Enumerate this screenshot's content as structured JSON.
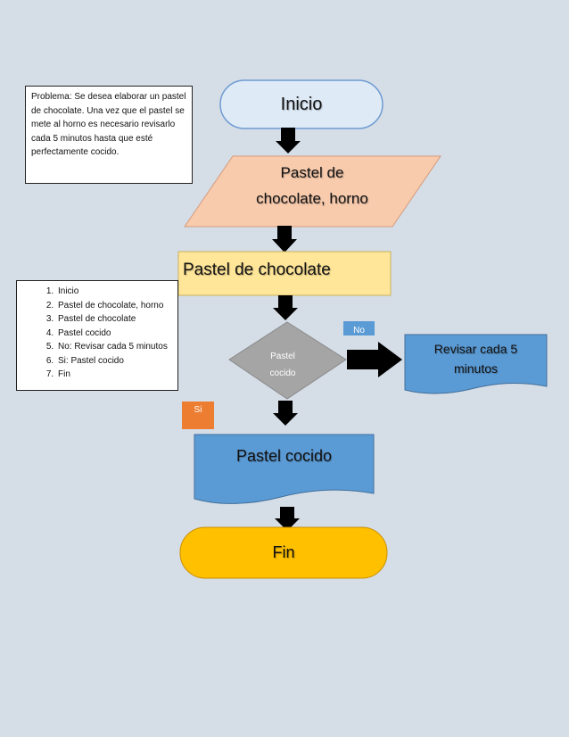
{
  "problem": {
    "text": "Problema: Se desea elaborar un pastel de chocolate. Una vez que el pastel se mete al horno es necesario revisarlo cada 5 minutos hasta que esté perfectamente cocido."
  },
  "steps": [
    "Inicio",
    "Pastel de chocolate, horno",
    "Pastel de chocolate",
    "Pastel cocido",
    "No: Revisar cada 5 minutos",
    "Si: Pastel cocido",
    "Fin"
  ],
  "flow": {
    "start": "Inicio",
    "input_line1": "Pastel de",
    "input_line2": "chocolate, horno",
    "process": "Pastel de chocolate",
    "decision_line1": "Pastel",
    "decision_line2": "cocido",
    "no_label": "No",
    "no_branch_line1": "Revisar cada 5",
    "no_branch_line2": "minutos",
    "yes_label": "Si",
    "result": "Pastel cocido",
    "end": "Fin"
  },
  "colors": {
    "start_fill": "#deebf7",
    "input_fill": "#f8cbad",
    "process_fill": "#ffe699",
    "decision_fill": "#a5a5a5",
    "doc_fill": "#5b9bd5",
    "no_badge": "#5b9bd5",
    "yes_badge": "#ed7d31",
    "end_fill": "#ffc000",
    "arrow": "#000000"
  }
}
